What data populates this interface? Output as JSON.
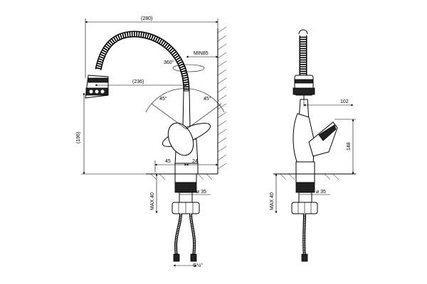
{
  "front_view": {
    "dim_total_reach": "(280)",
    "dim_spout_reach": "(236)",
    "dim_min_wall": "MIN85",
    "dim_rotation": "360°",
    "dim_angle_left": "45°",
    "dim_angle_right": "45°",
    "dim_height": "(196)",
    "dim_left_offset": "45",
    "dim_right_offset": "24",
    "dim_max_deck": "MAX 40",
    "dim_hole_diameter": "⌀ 35",
    "dim_thread": "G½\""
  },
  "side_view": {
    "dim_handle_reach": "102",
    "dim_handle_height": "148",
    "dim_max_deck": "MAX 40",
    "dim_hole_diameter": "⌀ 35"
  }
}
